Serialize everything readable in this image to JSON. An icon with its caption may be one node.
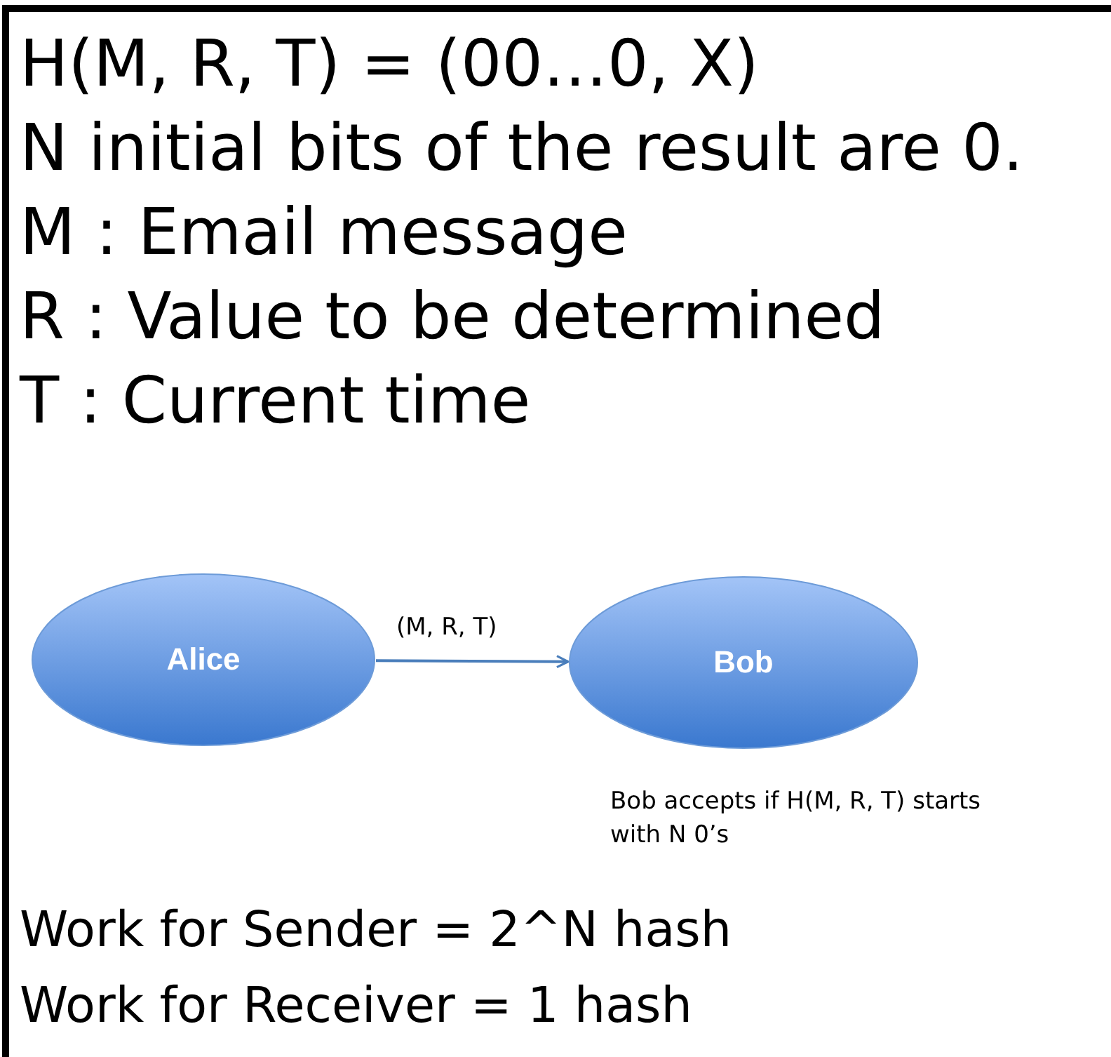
{
  "diagram": {
    "nodes": [
      {
        "text": [
          "Alice"
        ]
      },
      {
        "text": [
          "Bob"
        ],
        "beside": [
          "Bob accepts if H(M, R, T) starts with N 0’s"
        ]
      }
    ],
    "edges": [
      {
        "from": 0,
        "to": 1,
        "arrow": "to",
        "label": "(M, R, T)"
      }
    ],
    "labels": [
      "H(M, R, T) = (00…0, X)",
      "N initial bits of the result are 0.",
      "M : Email message",
      "R : Value to be determined",
      "T : Current time",
      "Work for Sender = 2^N hash",
      "Work for Receiver = 1 hash"
    ]
  }
}
